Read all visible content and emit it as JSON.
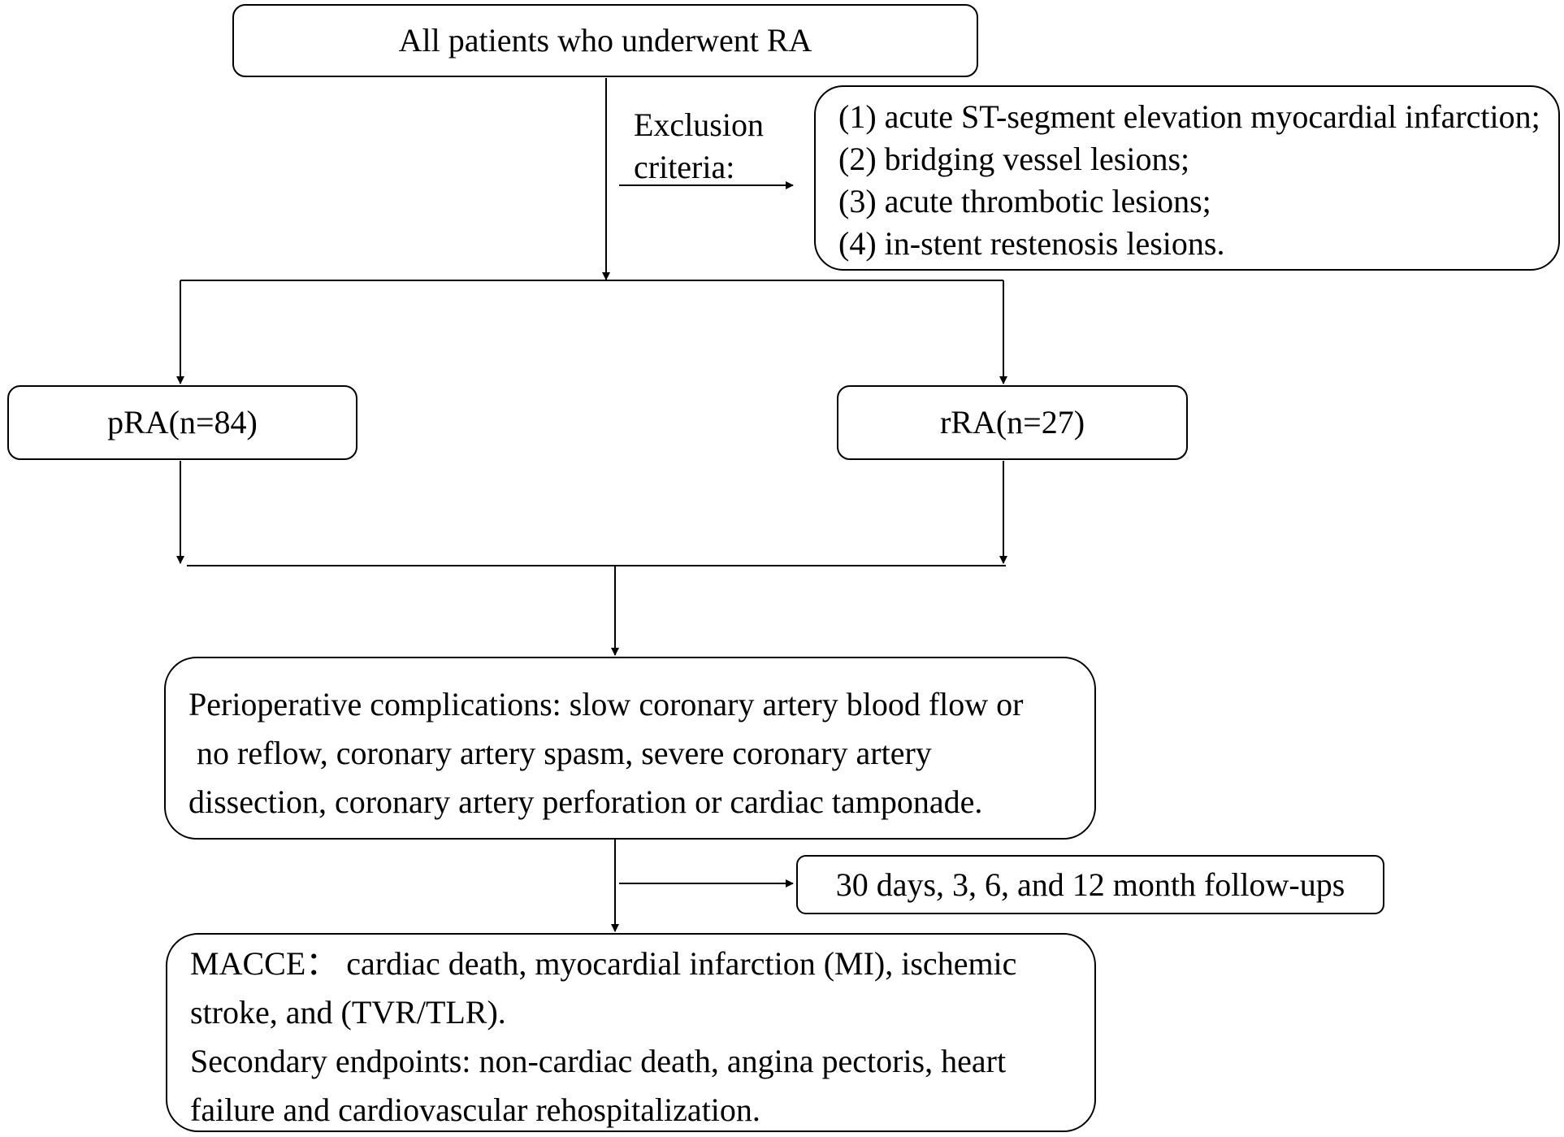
{
  "diagram": {
    "start": {
      "label": "All patients who underwent RA"
    },
    "exclusion": {
      "heading_lines": [
        "Exclusion",
        "criteria:"
      ],
      "items": [
        "(1) acute ST-segment elevation myocardial infarction;",
        "(2) bridging vessel lesions;",
        "(3) acute thrombotic lesions;",
        "(4) in-stent restenosis lesions."
      ]
    },
    "groups": {
      "left": "pRA(n=84)",
      "right": "rRA(n=27)"
    },
    "complications": {
      "lines": [
        "Perioperative complications: slow coronary artery blood flow or",
        " no reflow, coronary artery spasm, severe coronary artery",
        "dissection, coronary artery perforation or cardiac tamponade."
      ]
    },
    "followup": {
      "label": "30 days, 3, 6, and 12 month follow-ups"
    },
    "outcomes": {
      "lines": [
        "MACCE： cardiac death, myocardial infarction (MI), ischemic",
        "stroke, and (TVR/TLR).",
        "Secondary endpoints: non-cardiac death, angina pectoris, heart",
        "failure and cardiovascular rehospitalization."
      ]
    }
  }
}
